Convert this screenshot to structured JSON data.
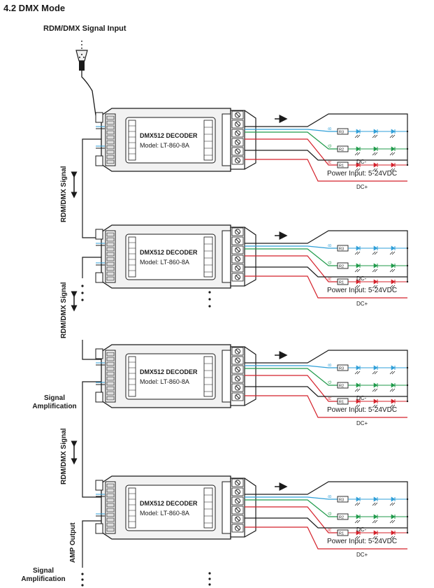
{
  "section_title": "4.2 DMX Mode",
  "input_label": "RDM/DMX Signal Input",
  "decoder": {
    "title": "DMX512  DECODER",
    "model": "Model: LT-860-8A"
  },
  "power_input": "Power Input: 5-24VDC",
  "dc_minus": "DC-",
  "dc_plus": "DC+",
  "resistor_labels": [
    "R3",
    "R2",
    "R1"
  ],
  "channel_letters": {
    "blue": "B",
    "green": "G",
    "red": "R"
  },
  "link_label": "RDM/DMX Signal",
  "signal_amplification": "Signal\nAmplification",
  "amp_output": "AMP Output",
  "colors": {
    "blue": "#2f9fd8",
    "green": "#1f9a4a",
    "red": "#d4202a",
    "black": "#1a1a1a",
    "body": "#f2f2f2"
  }
}
